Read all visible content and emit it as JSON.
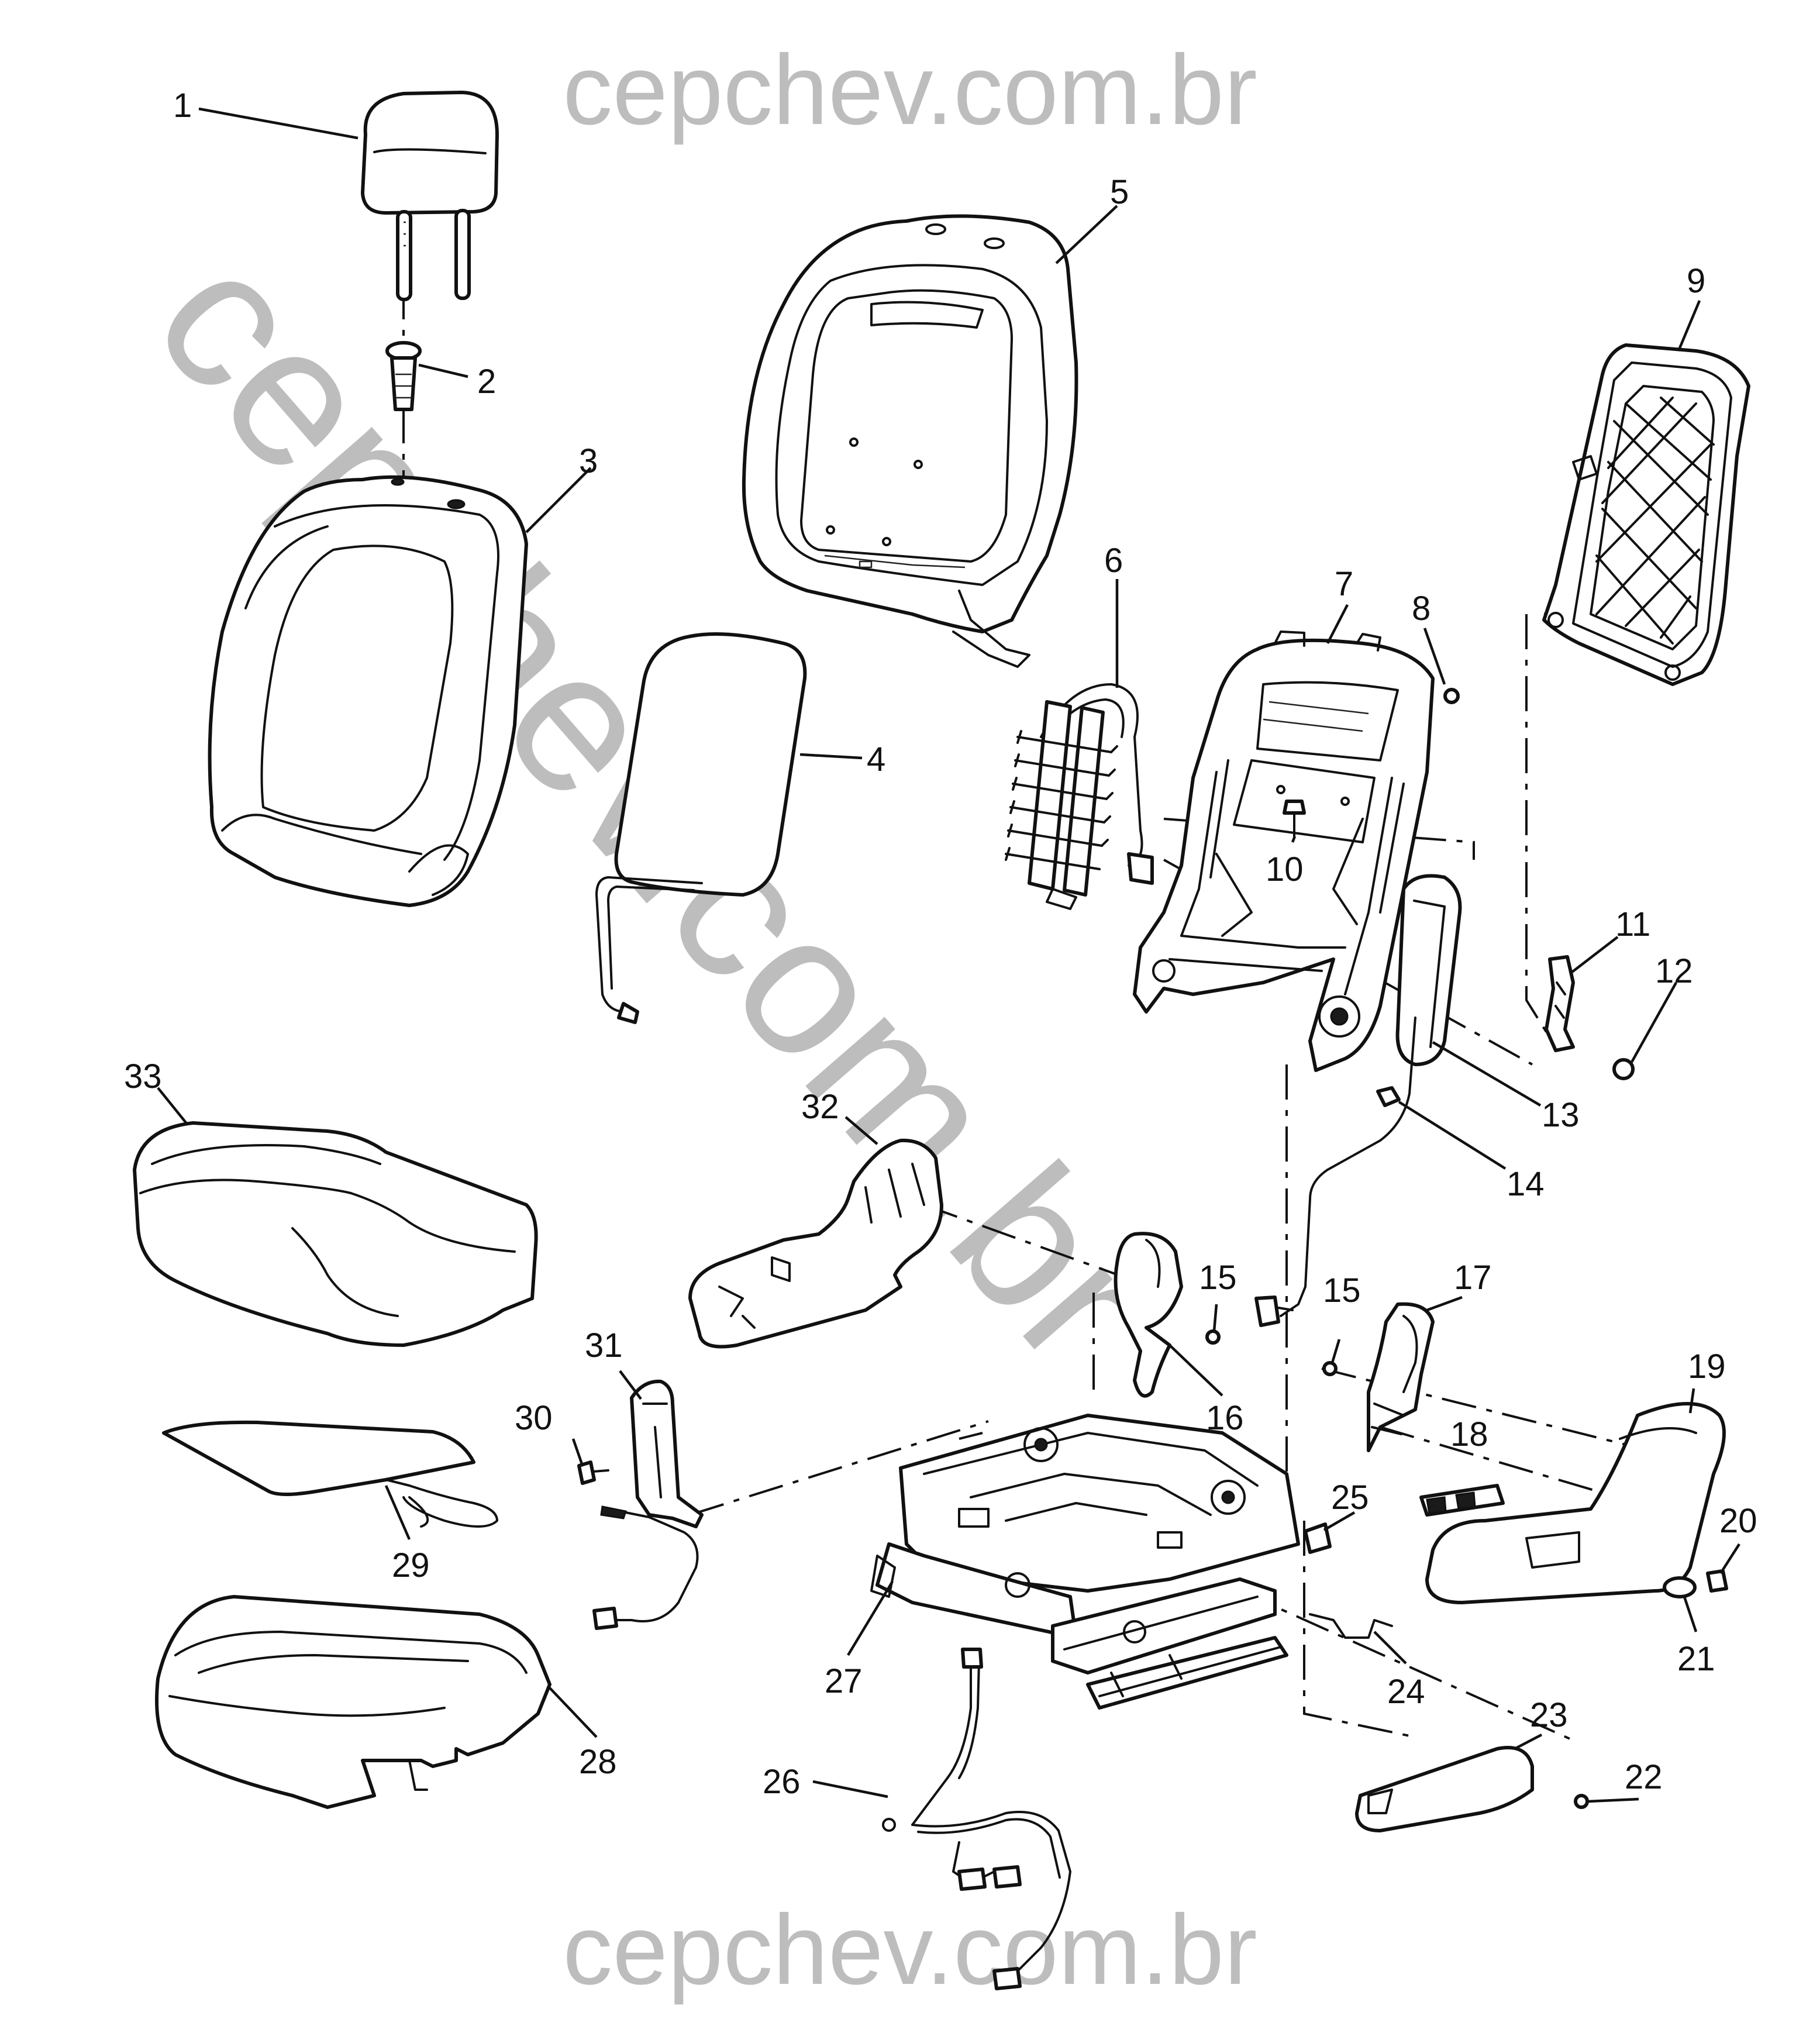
{
  "watermark": {
    "top": "cepchev.com.br",
    "bottom": "cepchev.com.br",
    "diagonal": "cepchev.com.br",
    "color": "#bdbdbd"
  },
  "callouts": [
    "1",
    "2",
    "3",
    "4",
    "5",
    "6",
    "7",
    "8",
    "9",
    "10",
    "11",
    "12",
    "13",
    "14",
    "15",
    "15",
    "16",
    "17",
    "18",
    "19",
    "20",
    "21",
    "22",
    "23",
    "24",
    "25",
    "26",
    "27",
    "28",
    "29",
    "30",
    "31",
    "32",
    "33"
  ],
  "colors": {
    "line": "#111111",
    "background": "#ffffff"
  }
}
